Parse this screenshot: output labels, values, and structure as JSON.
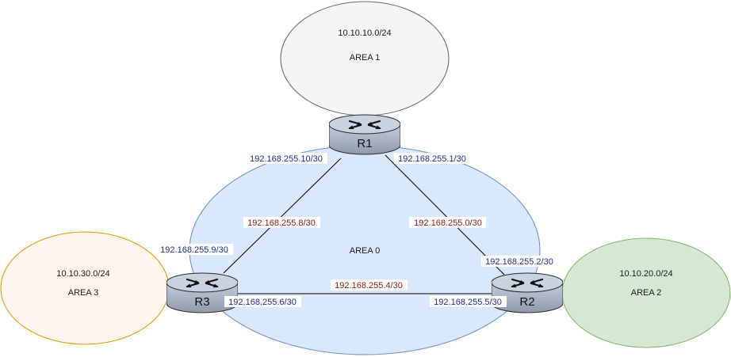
{
  "areas": {
    "area0": {
      "name": "AREA 0",
      "fill": "#dae8fc",
      "stroke": "#6c8ebf"
    },
    "area1": {
      "network": "10.10.10.0/24",
      "name": "AREA 1",
      "fill": "#f5f5f5",
      "stroke": "#666666"
    },
    "area2": {
      "network": "10.10.20.0/24",
      "name": "AREA 2",
      "fill": "#d5e8d4",
      "stroke": "#82b366"
    },
    "area3": {
      "network": "10.10.30.0/24",
      "name": "AREA 3",
      "fill": "#fff5ee",
      "stroke": "#d79b00"
    }
  },
  "routers": {
    "r1": {
      "label": "R1"
    },
    "r2": {
      "label": "R2"
    },
    "r3": {
      "label": "R3"
    }
  },
  "links": {
    "r1_r3": {
      "network": "192.168.255.8/30",
      "r1_if": "192.168.255.10/30",
      "r3_if": "192.168.255.9/30"
    },
    "r1_r2": {
      "network": "192.168.255.0/30",
      "r1_if": "192.168.255.1/30",
      "r2_if": "192.168.255.2/30"
    },
    "r3_r2": {
      "network": "192.168.255.4/30",
      "r3_if": "192.168.255.6/30",
      "r2_if": "192.168.255.5/30"
    }
  },
  "colors": {
    "router_body": "#b8c3d3",
    "router_top": "#c9d2df",
    "router_stroke": "#2b2b2b",
    "link_stroke": "#000000",
    "interface_text": "#1f2d8a",
    "network_text": "#8b1a1a"
  },
  "icons": [
    "router-icon"
  ]
}
